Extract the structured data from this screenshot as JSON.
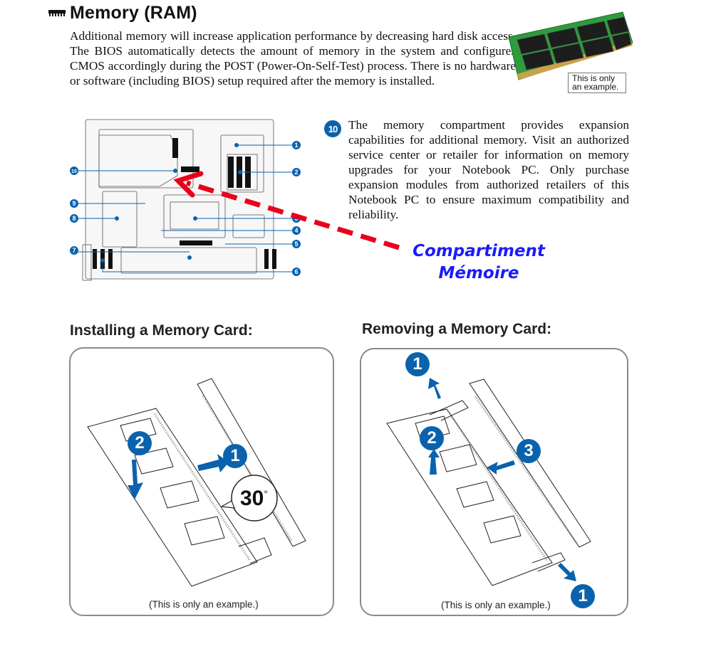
{
  "header": {
    "title": "Memory (RAM)",
    "title_icon": "memory-module-icon"
  },
  "intro_paragraph": "Additional memory will increase application performance by decreasing hard disk access. The BIOS automatically detects the amount of memory in the system and configures CMOS accordingly during the POST (Power-On-Self-Test) process. There is no hardware or software (including BIOS) setup required after the memory is installed.",
  "ram_photo": {
    "caption_line1": "This is only",
    "caption_line2": "an example."
  },
  "diagram": {
    "callouts": [
      "1",
      "2",
      "3",
      "4",
      "5",
      "6",
      "7",
      "8",
      "9",
      "10"
    ],
    "accent_color": "#0a62ad"
  },
  "item10": {
    "badge": "10",
    "text": "The memory compartment provides expansion capabilities for additional memory. Visit an authorized service center or retailer for information on memory upgrades for your Notebook PC. Only purchase expansion modules from authorized retailers of this Notebook PC to ensure maximum compatibility and reliability."
  },
  "annotation": {
    "line1": "Compartiment",
    "line2": "Mémoire",
    "arrow_color": "#e8001c",
    "text_color": "#1a1aff"
  },
  "install": {
    "heading": "Installing a Memory Card:",
    "steps": [
      "1",
      "2"
    ],
    "angle": "30",
    "degree_symbol": "°",
    "caption": "(This is only an example.)"
  },
  "remove": {
    "heading": "Removing a Memory Card:",
    "steps": [
      "1",
      "2",
      "3",
      "1"
    ],
    "caption": "(This is only an example.)"
  }
}
